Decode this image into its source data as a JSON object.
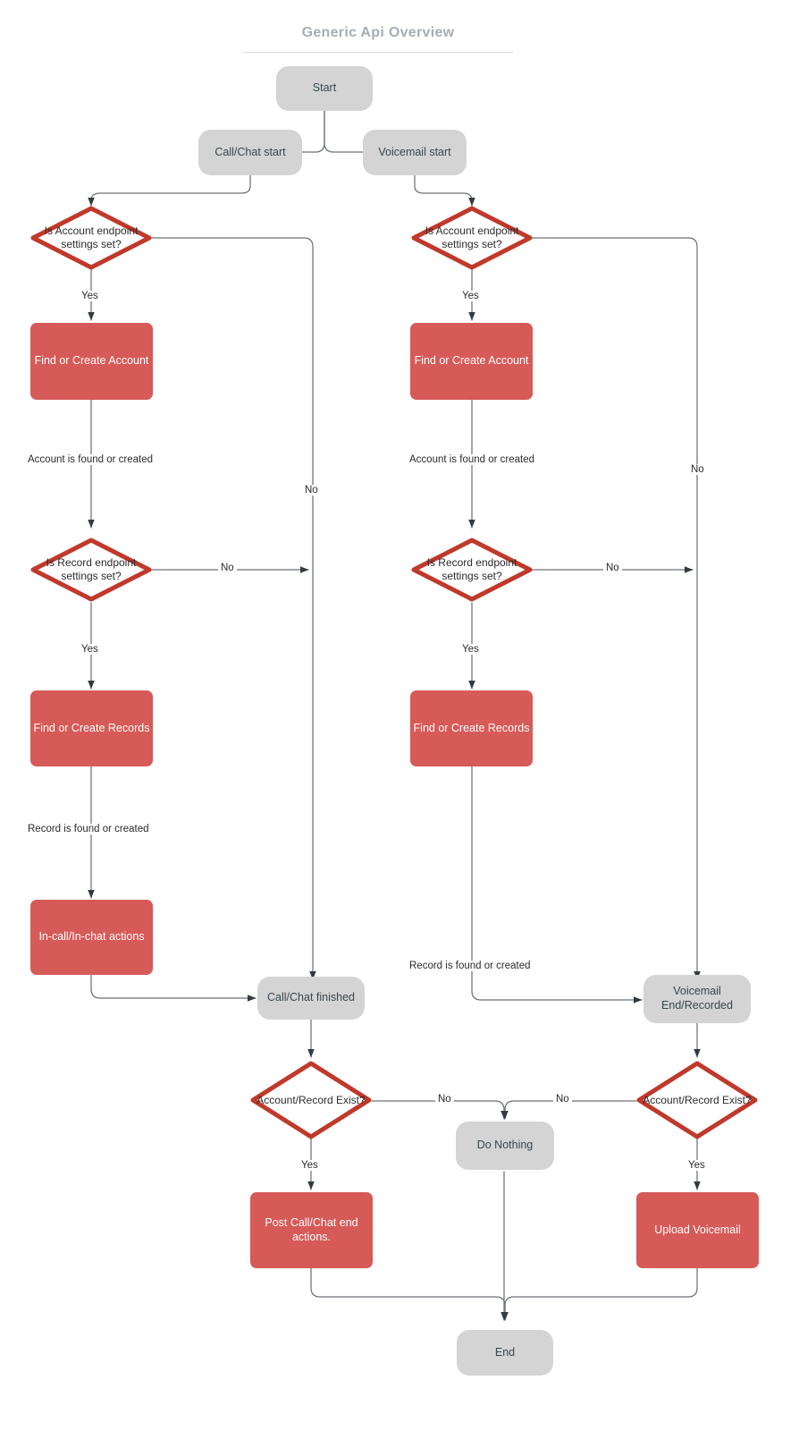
{
  "title": "Generic Api Overview",
  "colors": {
    "process_fill": "#d65a58",
    "terminal_fill": "#d4d4d4",
    "decision_stroke": "#c0392b",
    "edge_stroke": "#595959",
    "title_color": "#a6adb4",
    "process_text": "#ffffff",
    "terminal_text": "#37474f"
  },
  "diagram": {
    "type": "flowchart",
    "nodes": [
      {
        "id": "start",
        "label": "Start",
        "shape": "terminal"
      },
      {
        "id": "call_start",
        "label": "Call/Chat start",
        "shape": "terminal"
      },
      {
        "id": "vm_start",
        "label": "Voicemail start",
        "shape": "terminal"
      },
      {
        "id": "acct_q_left",
        "label": "Is Account endpoint settings set?",
        "shape": "decision"
      },
      {
        "id": "acct_q_right",
        "label": "Is Account endpoint settings set?",
        "shape": "decision"
      },
      {
        "id": "find_acct_left",
        "label": "Find or Create Account",
        "shape": "process"
      },
      {
        "id": "find_acct_right",
        "label": "Find or Create Account",
        "shape": "process"
      },
      {
        "id": "rec_q_left",
        "label": "Is Record endpoint settings set?",
        "shape": "decision"
      },
      {
        "id": "rec_q_right",
        "label": "Is Record endpoint settings set?",
        "shape": "decision"
      },
      {
        "id": "find_rec_left",
        "label": "Find or Create Records",
        "shape": "process"
      },
      {
        "id": "find_rec_right",
        "label": "Find or Create Records",
        "shape": "process"
      },
      {
        "id": "incall",
        "label": "In-call/In-chat actions",
        "shape": "process"
      },
      {
        "id": "call_finished",
        "label": "Call/Chat finished",
        "shape": "terminal"
      },
      {
        "id": "vm_end",
        "label": "Voicemail End/Recorded",
        "shape": "terminal"
      },
      {
        "id": "exist_q_left",
        "label": "Account/Record Exist?",
        "shape": "decision"
      },
      {
        "id": "exist_q_right",
        "label": "Account/Record Exist?",
        "shape": "decision"
      },
      {
        "id": "do_nothing",
        "label": "Do Nothing",
        "shape": "terminal"
      },
      {
        "id": "post_call",
        "label": "Post Call/Chat end actions.",
        "shape": "process"
      },
      {
        "id": "upload_vm",
        "label": "Upload Voicemail",
        "shape": "process"
      },
      {
        "id": "end",
        "label": "End",
        "shape": "terminal"
      }
    ],
    "edge_labels": {
      "yes_acct_left": "Yes",
      "yes_acct_right": "Yes",
      "no_acct_left": "No",
      "no_acct_right": "No",
      "account_found_left": "Account is found or created",
      "account_found_right": "Account is found or created",
      "yes_rec_left": "Yes",
      "yes_rec_right": "Yes",
      "no_rec_left": "No",
      "no_rec_right": "No",
      "record_found_left": "Record is found or created",
      "record_found_right": "Record is found or created",
      "yes_exist_left": "Yes",
      "yes_exist_right": "Yes",
      "no_exist_left": "No",
      "no_exist_right": "No"
    },
    "edges": [
      {
        "from": "start",
        "to": "call_start",
        "label": ""
      },
      {
        "from": "start",
        "to": "vm_start",
        "label": ""
      },
      {
        "from": "call_start",
        "to": "acct_q_left",
        "label": ""
      },
      {
        "from": "vm_start",
        "to": "acct_q_right",
        "label": ""
      },
      {
        "from": "acct_q_left",
        "to": "find_acct_left",
        "label": "Yes"
      },
      {
        "from": "acct_q_left",
        "to": "call_finished",
        "label": "No"
      },
      {
        "from": "acct_q_right",
        "to": "find_acct_right",
        "label": "Yes"
      },
      {
        "from": "acct_q_right",
        "to": "vm_end",
        "label": "No"
      },
      {
        "from": "find_acct_left",
        "to": "rec_q_left",
        "label": "Account is found or created"
      },
      {
        "from": "find_acct_right",
        "to": "rec_q_right",
        "label": "Account is found or created"
      },
      {
        "from": "rec_q_left",
        "to": "find_rec_left",
        "label": "Yes"
      },
      {
        "from": "rec_q_left",
        "to": "call_finished",
        "label": "No"
      },
      {
        "from": "rec_q_right",
        "to": "find_rec_right",
        "label": "Yes"
      },
      {
        "from": "rec_q_right",
        "to": "vm_end",
        "label": "No"
      },
      {
        "from": "find_rec_left",
        "to": "incall",
        "label": "Record is found or created"
      },
      {
        "from": "find_rec_right",
        "to": "vm_end",
        "label": "Record is found or created"
      },
      {
        "from": "incall",
        "to": "call_finished",
        "label": ""
      },
      {
        "from": "call_finished",
        "to": "exist_q_left",
        "label": ""
      },
      {
        "from": "vm_end",
        "to": "exist_q_right",
        "label": ""
      },
      {
        "from": "exist_q_left",
        "to": "post_call",
        "label": "Yes"
      },
      {
        "from": "exist_q_left",
        "to": "do_nothing",
        "label": "No"
      },
      {
        "from": "exist_q_right",
        "to": "upload_vm",
        "label": "Yes"
      },
      {
        "from": "exist_q_right",
        "to": "do_nothing",
        "label": "No"
      },
      {
        "from": "post_call",
        "to": "end",
        "label": ""
      },
      {
        "from": "do_nothing",
        "to": "end",
        "label": ""
      },
      {
        "from": "upload_vm",
        "to": "end",
        "label": ""
      }
    ]
  }
}
